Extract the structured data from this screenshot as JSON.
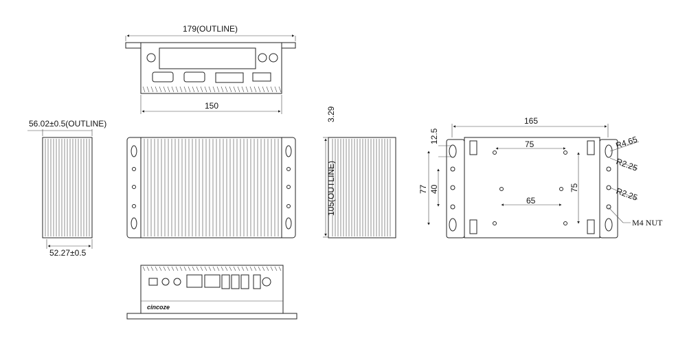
{
  "title": "Mechanical dimension drawing",
  "brand_logo": "cincoze",
  "rear_view": {
    "outline_width": "179(OUTLINE)",
    "body_width": "150"
  },
  "left_view": {
    "outline_depth": "56.02±0.5(OUTLINE)",
    "body_depth": "52.27±0.5"
  },
  "right_view": {
    "offset": "3.29",
    "outline_height": "105(OUTLINE)"
  },
  "bottom_view": {
    "width": "165",
    "slot_offset": "12.5",
    "hole_span": "77",
    "hole_pitch": "40",
    "vesa_h": "75",
    "vesa_v": "75",
    "inner_span": "65",
    "radius_large": "R4.65",
    "radius_small_1": "R2.25",
    "radius_small_2": "R2.25",
    "nut_label": "M4 NUT"
  }
}
